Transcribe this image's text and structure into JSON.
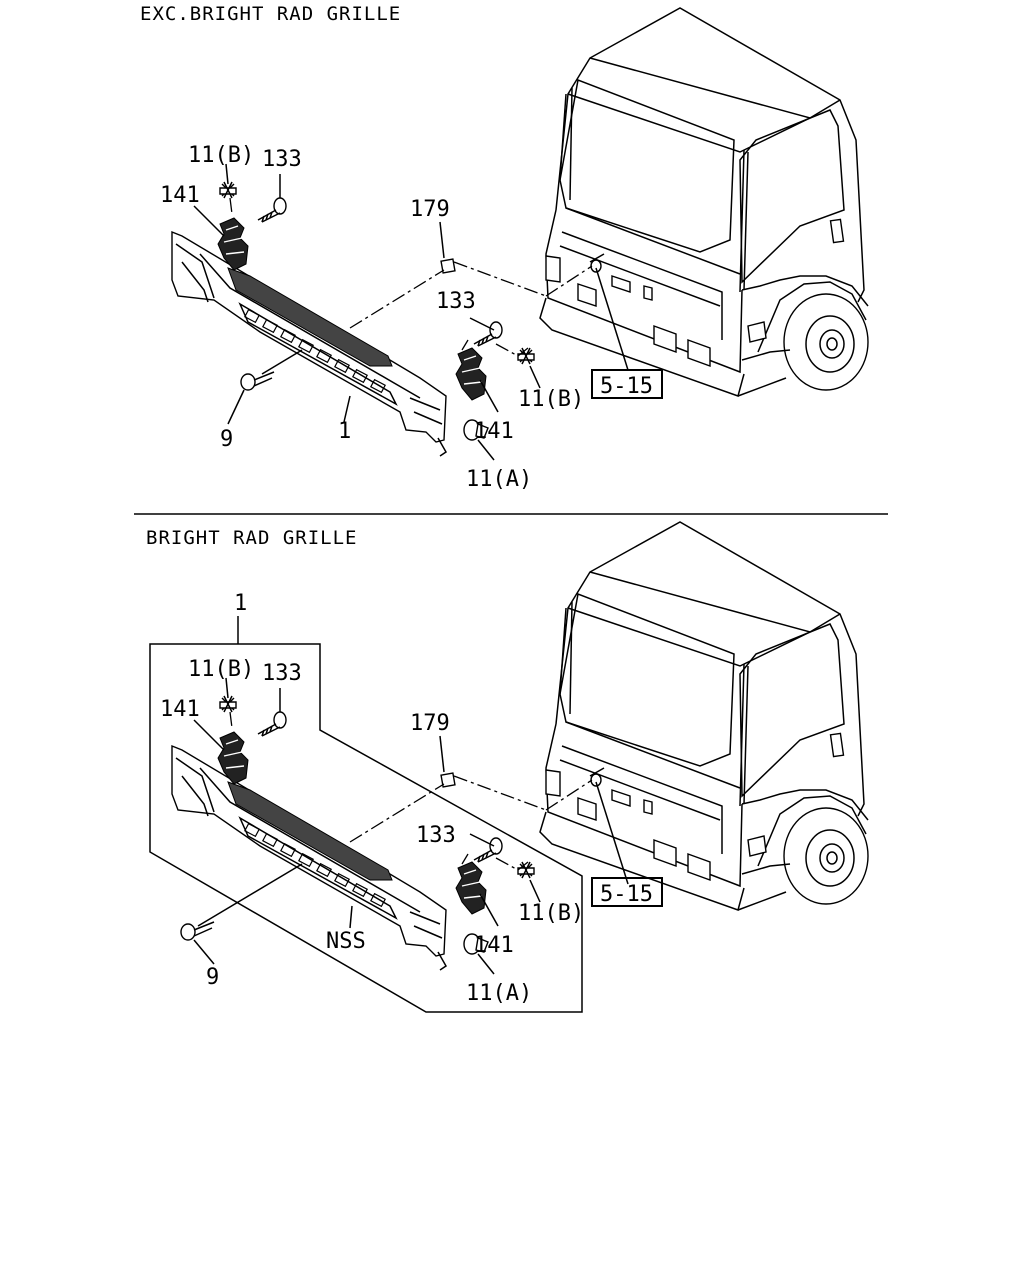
{
  "sections": [
    {
      "title": "EXC.BRIGHT RAD GRILLE",
      "labels": [
        "11(B)",
        "133",
        "141",
        "179",
        "133",
        "11(B)",
        "141",
        "11(A)",
        "9",
        "1"
      ],
      "ref_box": "5-15"
    },
    {
      "title": "BRIGHT RAD GRILLE",
      "labels": [
        "1",
        "11(B)",
        "133",
        "141",
        "179",
        "133",
        "11(B)",
        "141",
        "11(A)",
        "9",
        "NSS"
      ],
      "ref_box": "5-15"
    }
  ]
}
